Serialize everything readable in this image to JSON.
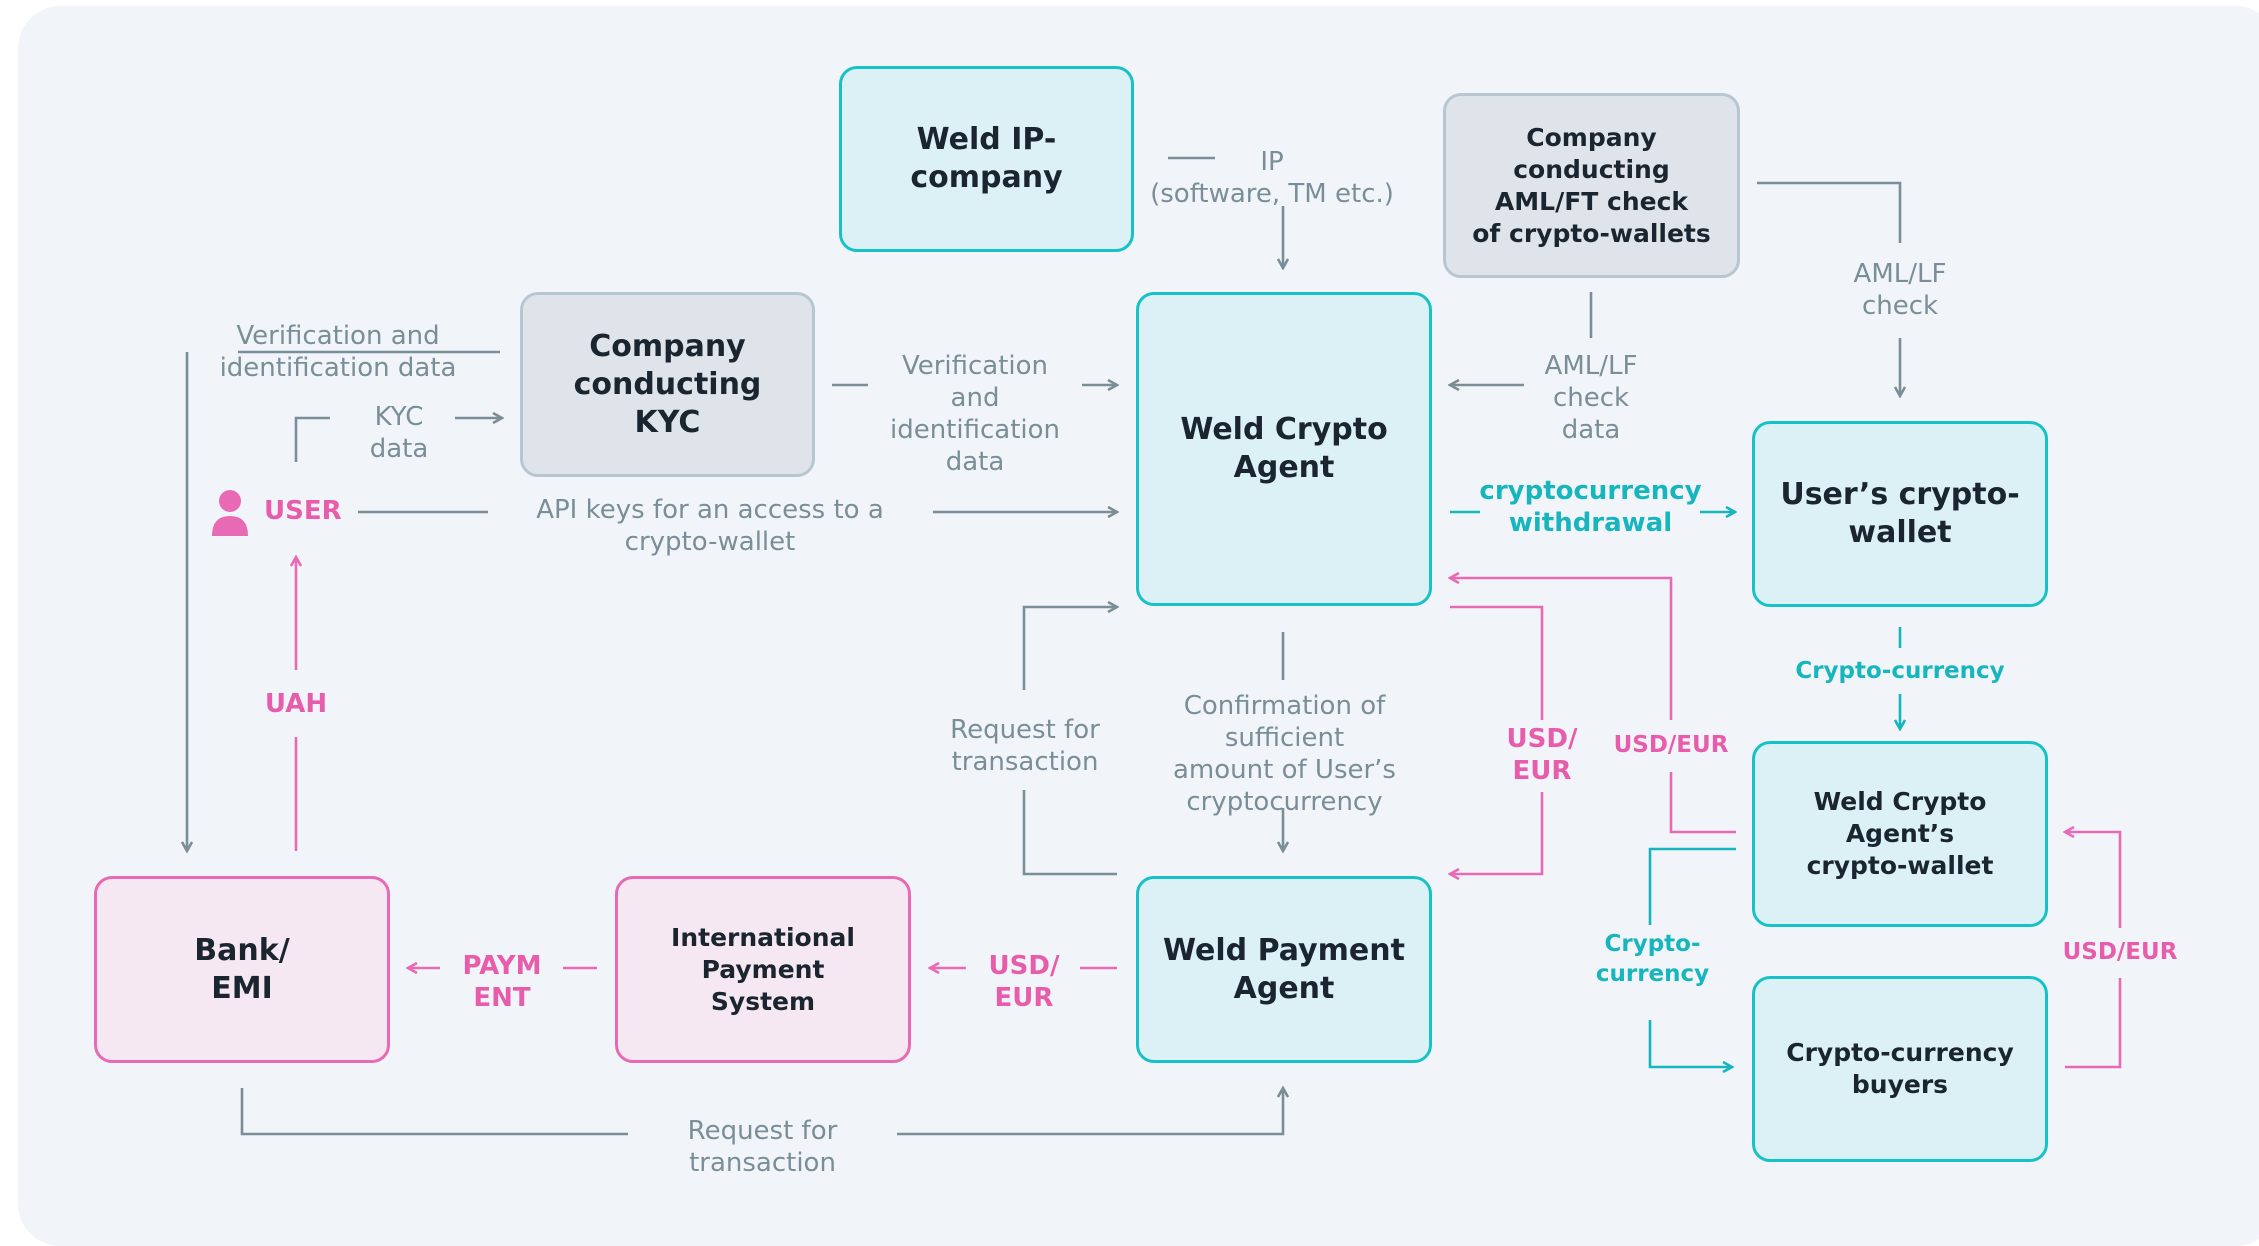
{
  "colors": {
    "background": "#f1f5fa",
    "teal_accent": "#17c1c8",
    "pink_accent": "#e86ab4",
    "gray_line": "#7a8e98"
  },
  "nodes": {
    "ip_company": "Weld IP-\ncompany",
    "aml_company": "Company conducting\nAML/FT check\nof crypto-wallets",
    "kyc_company": "Company\nconducting\nKYC",
    "crypto_agent": "Weld Crypto\nAgent",
    "user_wallet": "User’s crypto-\nwallet",
    "agent_wallet": "Weld Crypto\nAgent’s\ncrypto-wallet",
    "crypto_buyers": "Crypto-currency\nbuyers",
    "bank": "Bank/\nEMI",
    "intl_payment": "International\nPayment\nSystem",
    "payment_agent": "Weld Payment\nAgent",
    "user": "USER"
  },
  "edge_labels": {
    "ip": "IP\n(software, TM etc.)",
    "aml_check_right": "AML/LF\ncheck",
    "aml_check_data": "AML/LF\ncheck\ndata",
    "verification_left": "Verification and\nidentification data",
    "kyc_data": "KYC\ndata",
    "verification_mid": "Verification\nand\nidentification\ndata",
    "api_keys": "API  keys for an access to a\ncrypto-wallet",
    "crypto_withdrawal": "cryptocurrency\nwithdrawal",
    "crypto_currency_down": "Crypto-currency",
    "uah": "UAH",
    "request_mid": "Request for\ntransaction",
    "confirmation": "Confirmation of\nsufficient\namount of User’s\ncryptocurrency",
    "usd_eur_mid": "USD/\nEUR",
    "usd_eur_wallet": "USD/EUR",
    "crypto_small": "Crypto-\ncurrency",
    "usd_eur_right": "USD/EUR",
    "payment": "PAYM\nENT",
    "usd_eur_bottom": "USD/\nEUR",
    "request_bottom": "Request for\ntransaction"
  }
}
